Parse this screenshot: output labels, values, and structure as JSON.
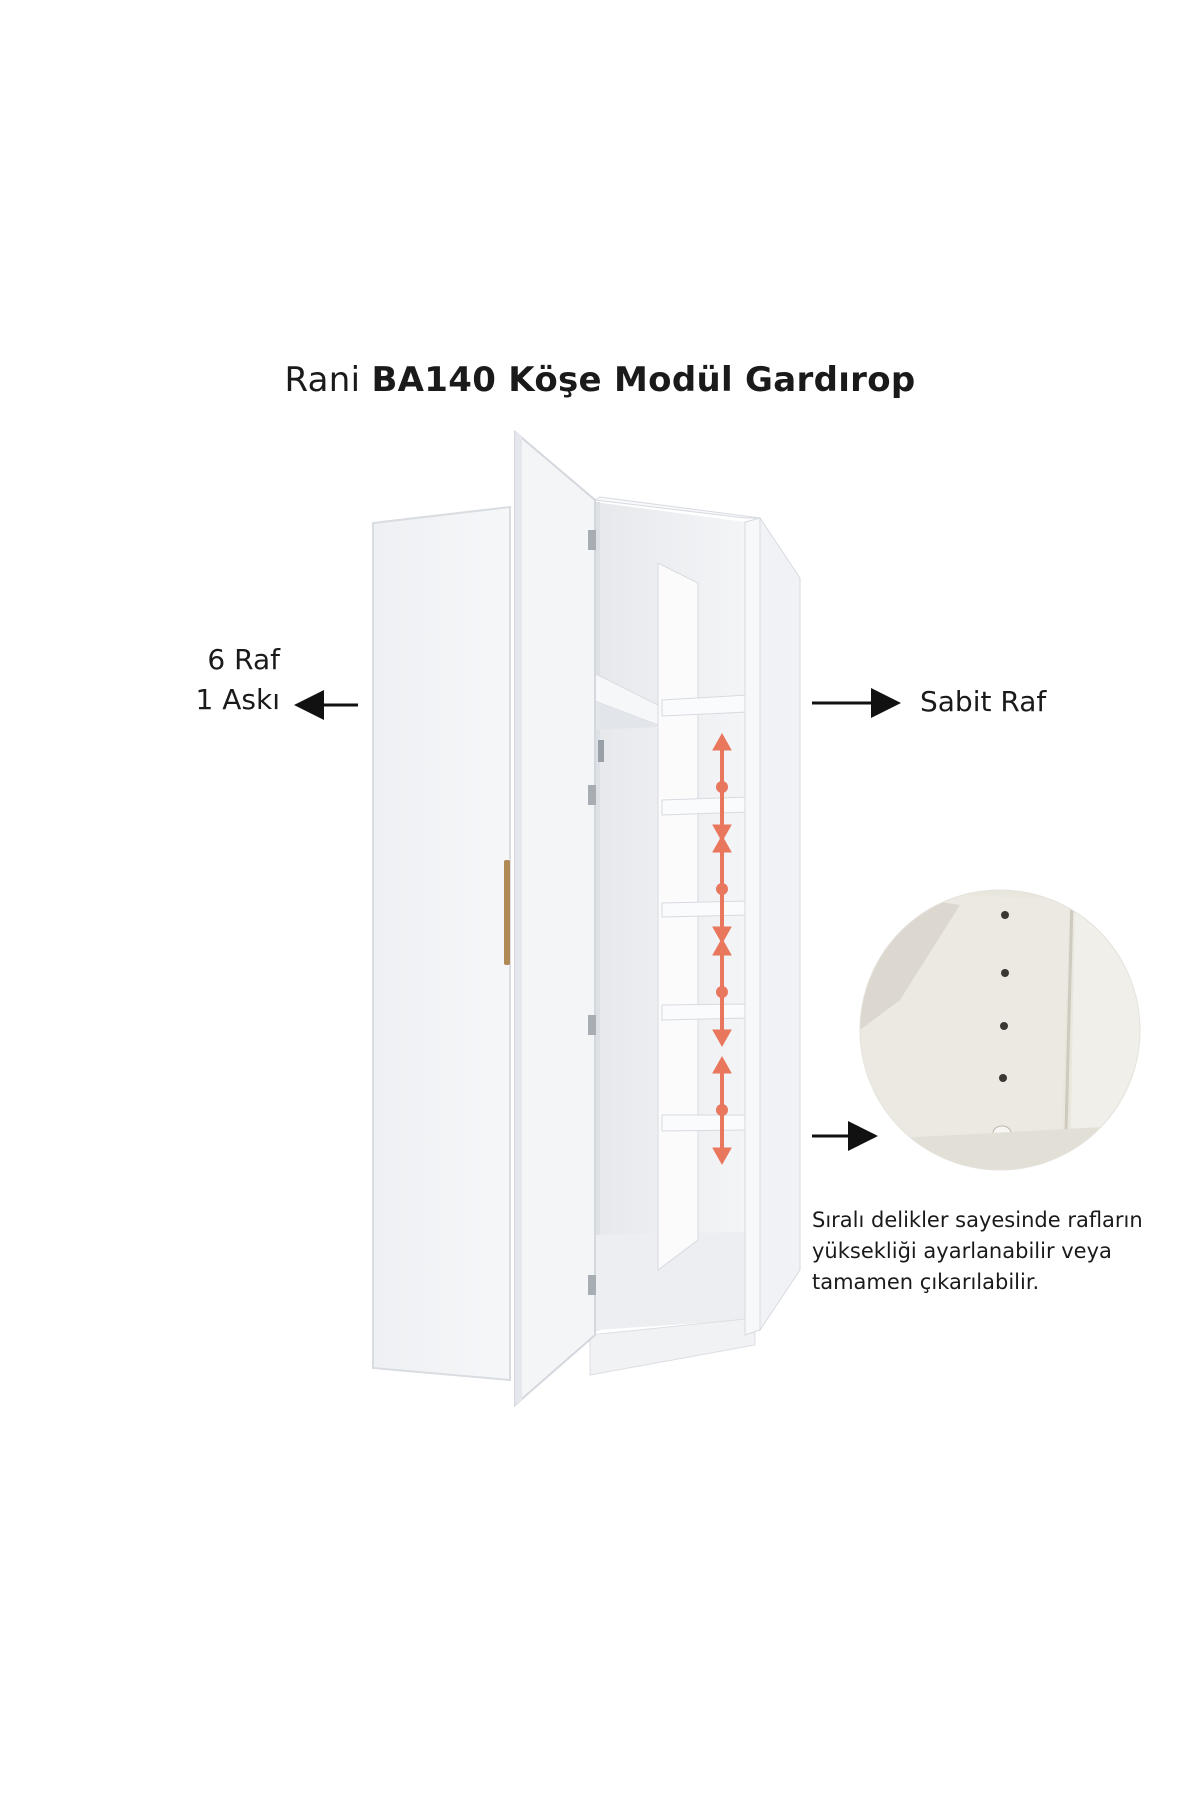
{
  "title": {
    "prefix": "Rani ",
    "main": "BA140 Köşe Modül Gardırop"
  },
  "left_callout": {
    "line1": "6 Raf",
    "line2": "1 Askı"
  },
  "right_callout": {
    "text": "Sabit Raf"
  },
  "detail_note": {
    "line1": "Sıralı delikler sayesinde rafların",
    "line2": "yüksekliği ayarlanabilir veya",
    "line3": "tamamen çıkarılabilir."
  },
  "colors": {
    "arrow_adjust": "#e8775d",
    "handle": "#b08a55",
    "cabinet": "#f3f4f6"
  },
  "icons": [
    "arrow-left-icon",
    "arrow-right-icon",
    "adjust-up-down-icon"
  ]
}
